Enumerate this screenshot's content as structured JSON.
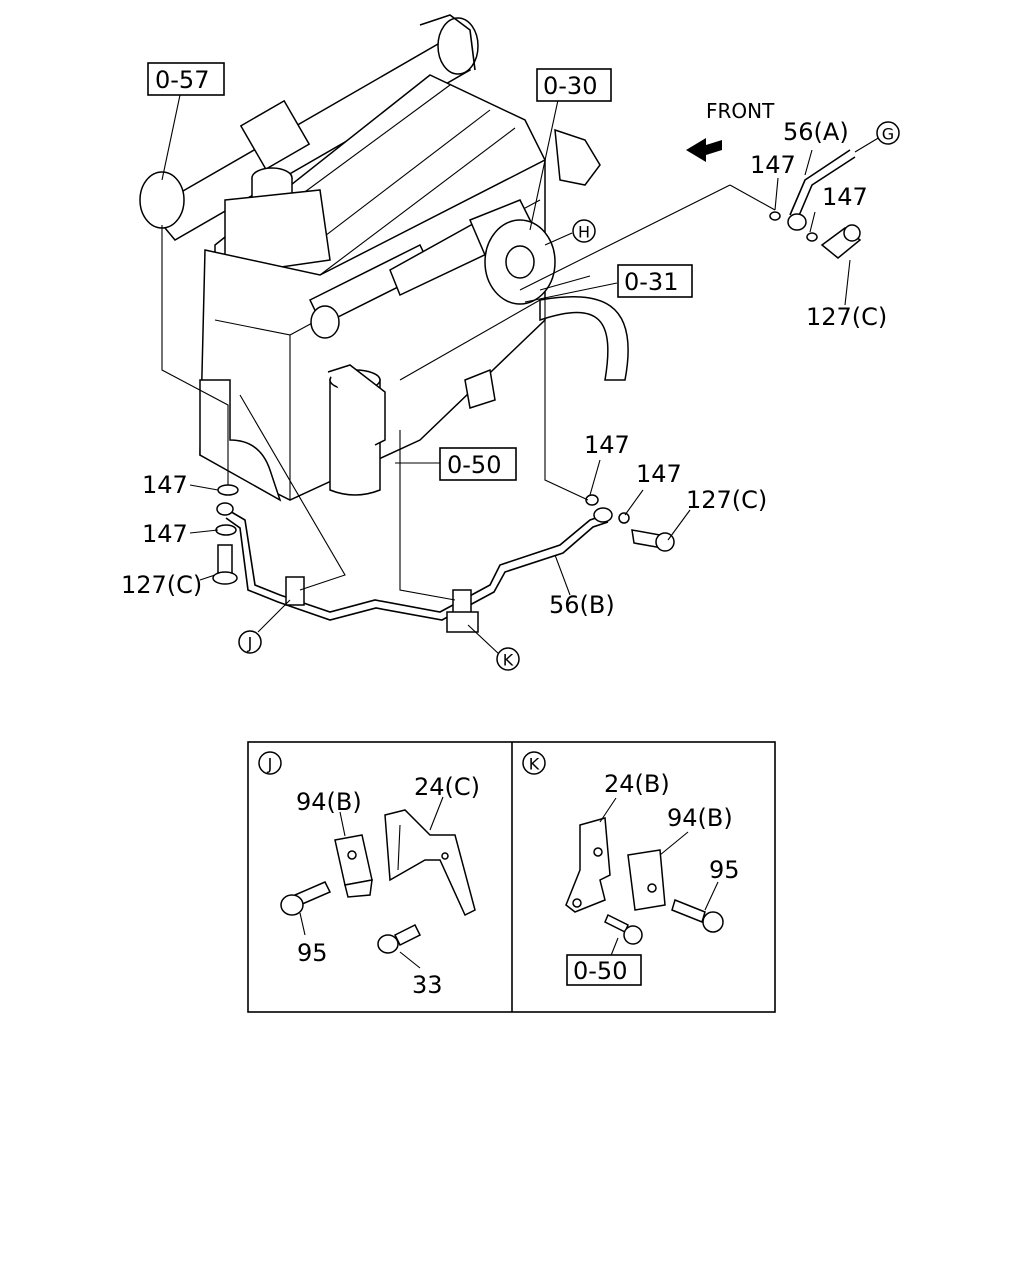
{
  "diagram": {
    "front_label": "FRONT",
    "ref_boxes": {
      "r057": "0-57",
      "r030": "0-30",
      "r031": "0-31",
      "r050_main": "0-50",
      "r050_k": "0-50"
    },
    "callouts": {
      "circle_g": "G",
      "circle_h": "H",
      "circle_j": "J",
      "circle_k": "K"
    },
    "part_labels": {
      "p56a": "56(A)",
      "p147_top_left": "147",
      "p147_top_right": "147",
      "p127c_top": "127(C)",
      "p147_mid_a": "147",
      "p147_mid_b": "147",
      "p127c_mid": "127(C)",
      "p56b": "56(B)",
      "p147_left_a": "147",
      "p147_left_b": "147",
      "p127c_left": "127(C)"
    },
    "detail_j": {
      "title": "J",
      "p94b": "94(B)",
      "p24c": "24(C)",
      "p95": "95",
      "p33": "33"
    },
    "detail_k": {
      "title": "K",
      "p24b": "24(B)",
      "p94b": "94(B)",
      "p95": "95"
    }
  }
}
